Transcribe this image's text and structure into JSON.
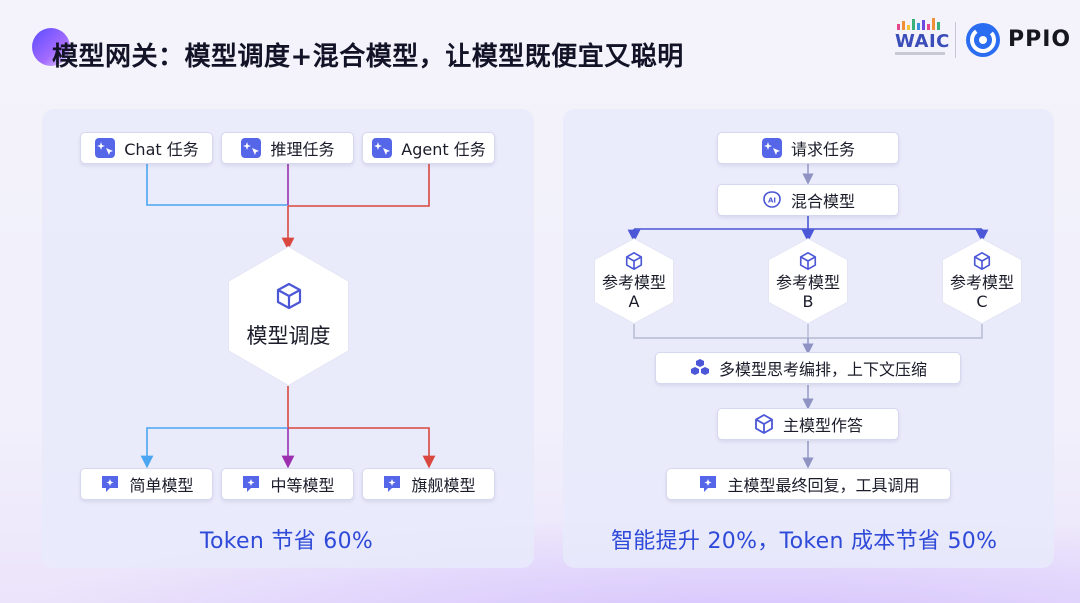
{
  "header": {
    "title": "模型网关：模型调度+混合模型，让模型既便宜又聪明",
    "waic_logo": "WAIC",
    "brand": "PPIO"
  },
  "left_panel": {
    "tasks": [
      {
        "label": "Chat 任务",
        "icon": "sparkle-cursor-icon"
      },
      {
        "label": "推理任务",
        "icon": "sparkle-cursor-icon"
      },
      {
        "label": "Agent 任务",
        "icon": "sparkle-cursor-icon"
      }
    ],
    "scheduler": {
      "label": "模型调度",
      "icon": "cube-icon"
    },
    "models": [
      {
        "label": "简单模型",
        "icon": "chat-sparkle-icon"
      },
      {
        "label": "中等模型",
        "icon": "chat-sparkle-icon"
      },
      {
        "label": "旗舰模型",
        "icon": "chat-sparkle-icon"
      }
    ],
    "result": "Token 节省 60%"
  },
  "right_panel": {
    "request": {
      "label": "请求任务",
      "icon": "sparkle-cursor-icon"
    },
    "mixed": {
      "label": "混合模型",
      "icon": "ai-brain-icon"
    },
    "references": [
      {
        "line1": "参考模型",
        "line2": "A"
      },
      {
        "line1": "参考模型",
        "line2": "B"
      },
      {
        "line1": "参考模型",
        "line2": "C"
      }
    ],
    "orchestration": {
      "label": "多模型思考编排，上下文压缩",
      "icon": "cubes-icon"
    },
    "main_answer": {
      "label": "主模型作答",
      "icon": "cube-icon"
    },
    "final": {
      "label": "主模型最终回复，工具调用",
      "icon": "chat-sparkle-icon"
    },
    "result": "智能提升 20%，Token 成本节省 50%"
  },
  "colors": {
    "blue_line": "#4aa6f0",
    "purple_line": "#9b2fb0",
    "red_line": "#d9473f",
    "flow_line": "#4b57d6",
    "gray_line": "#b5b9d3",
    "result_text": "#2f4ad8"
  }
}
